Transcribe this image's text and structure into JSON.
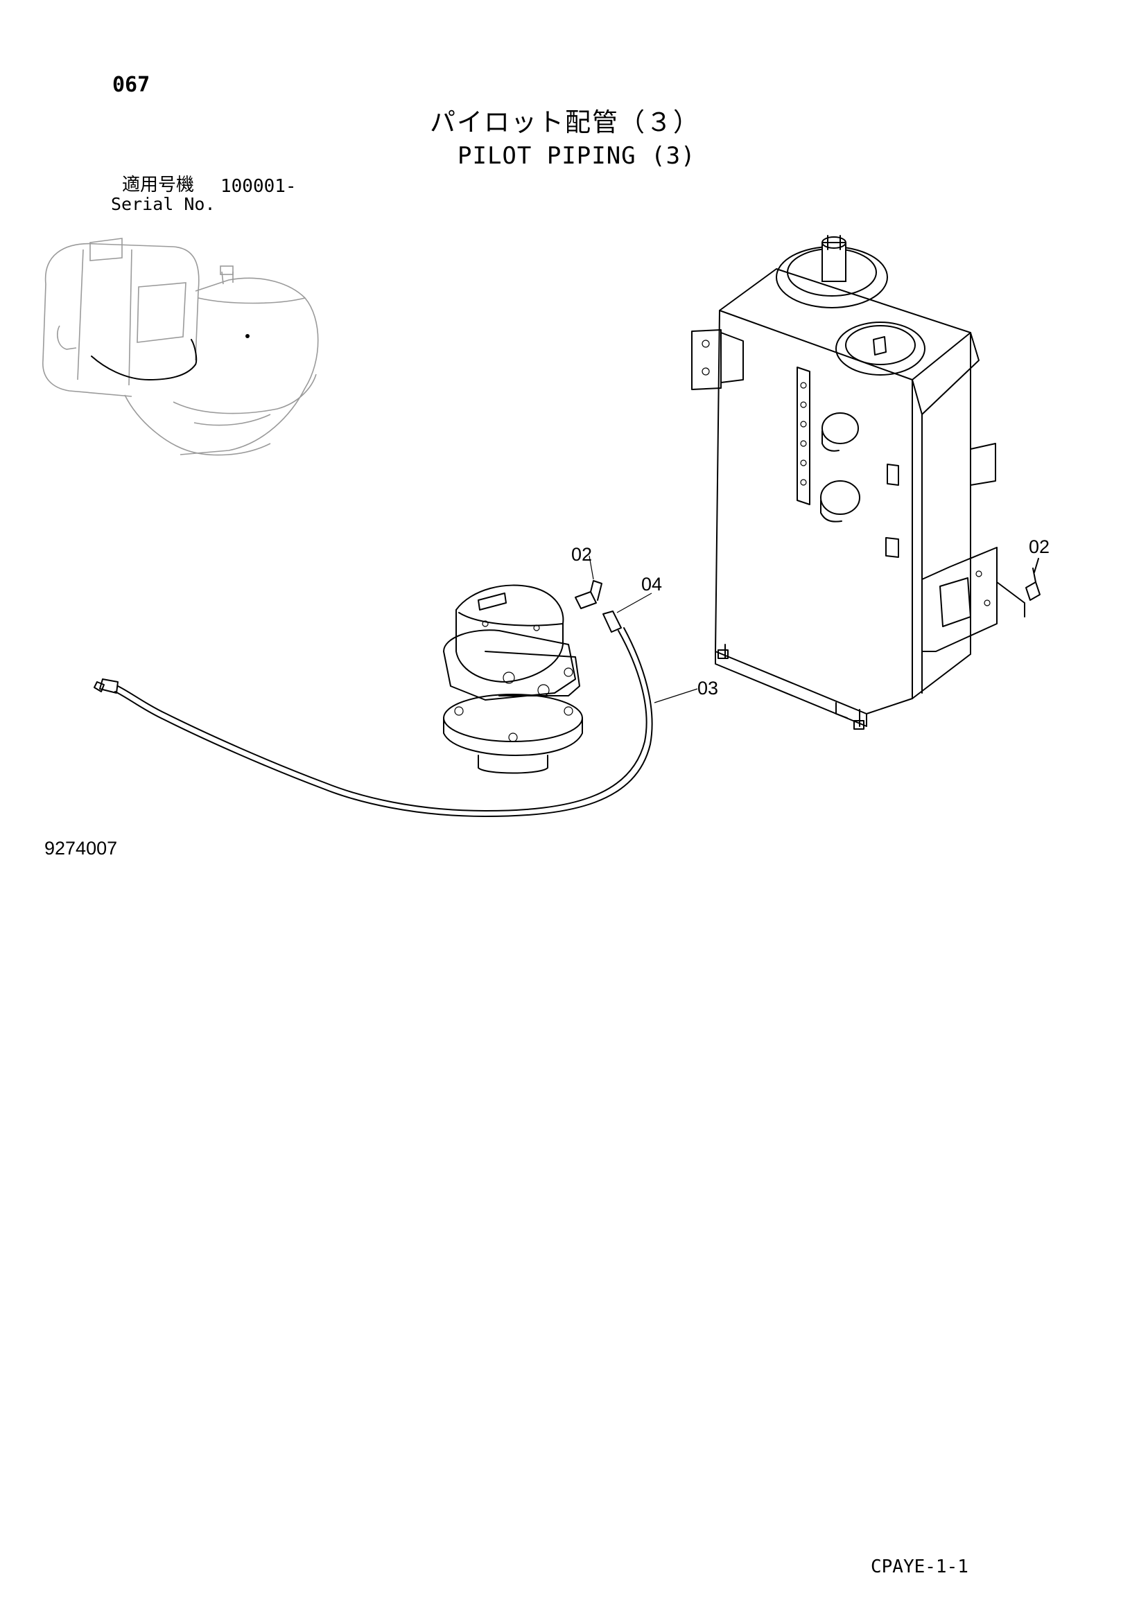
{
  "header": {
    "page_number": "067",
    "title_japanese": "パイロット配管（３）",
    "title_english": "PILOT PIPING (3)"
  },
  "serial": {
    "label_japanese": "適用号機",
    "range": "100001-",
    "label_english": "Serial No."
  },
  "callouts": {
    "fitting_at_motor": "02",
    "hose_end": "04",
    "hose": "03",
    "fitting_at_tank": "02"
  },
  "footer": {
    "drawing_number": "9274007",
    "code": "CPAYE-1-1"
  }
}
